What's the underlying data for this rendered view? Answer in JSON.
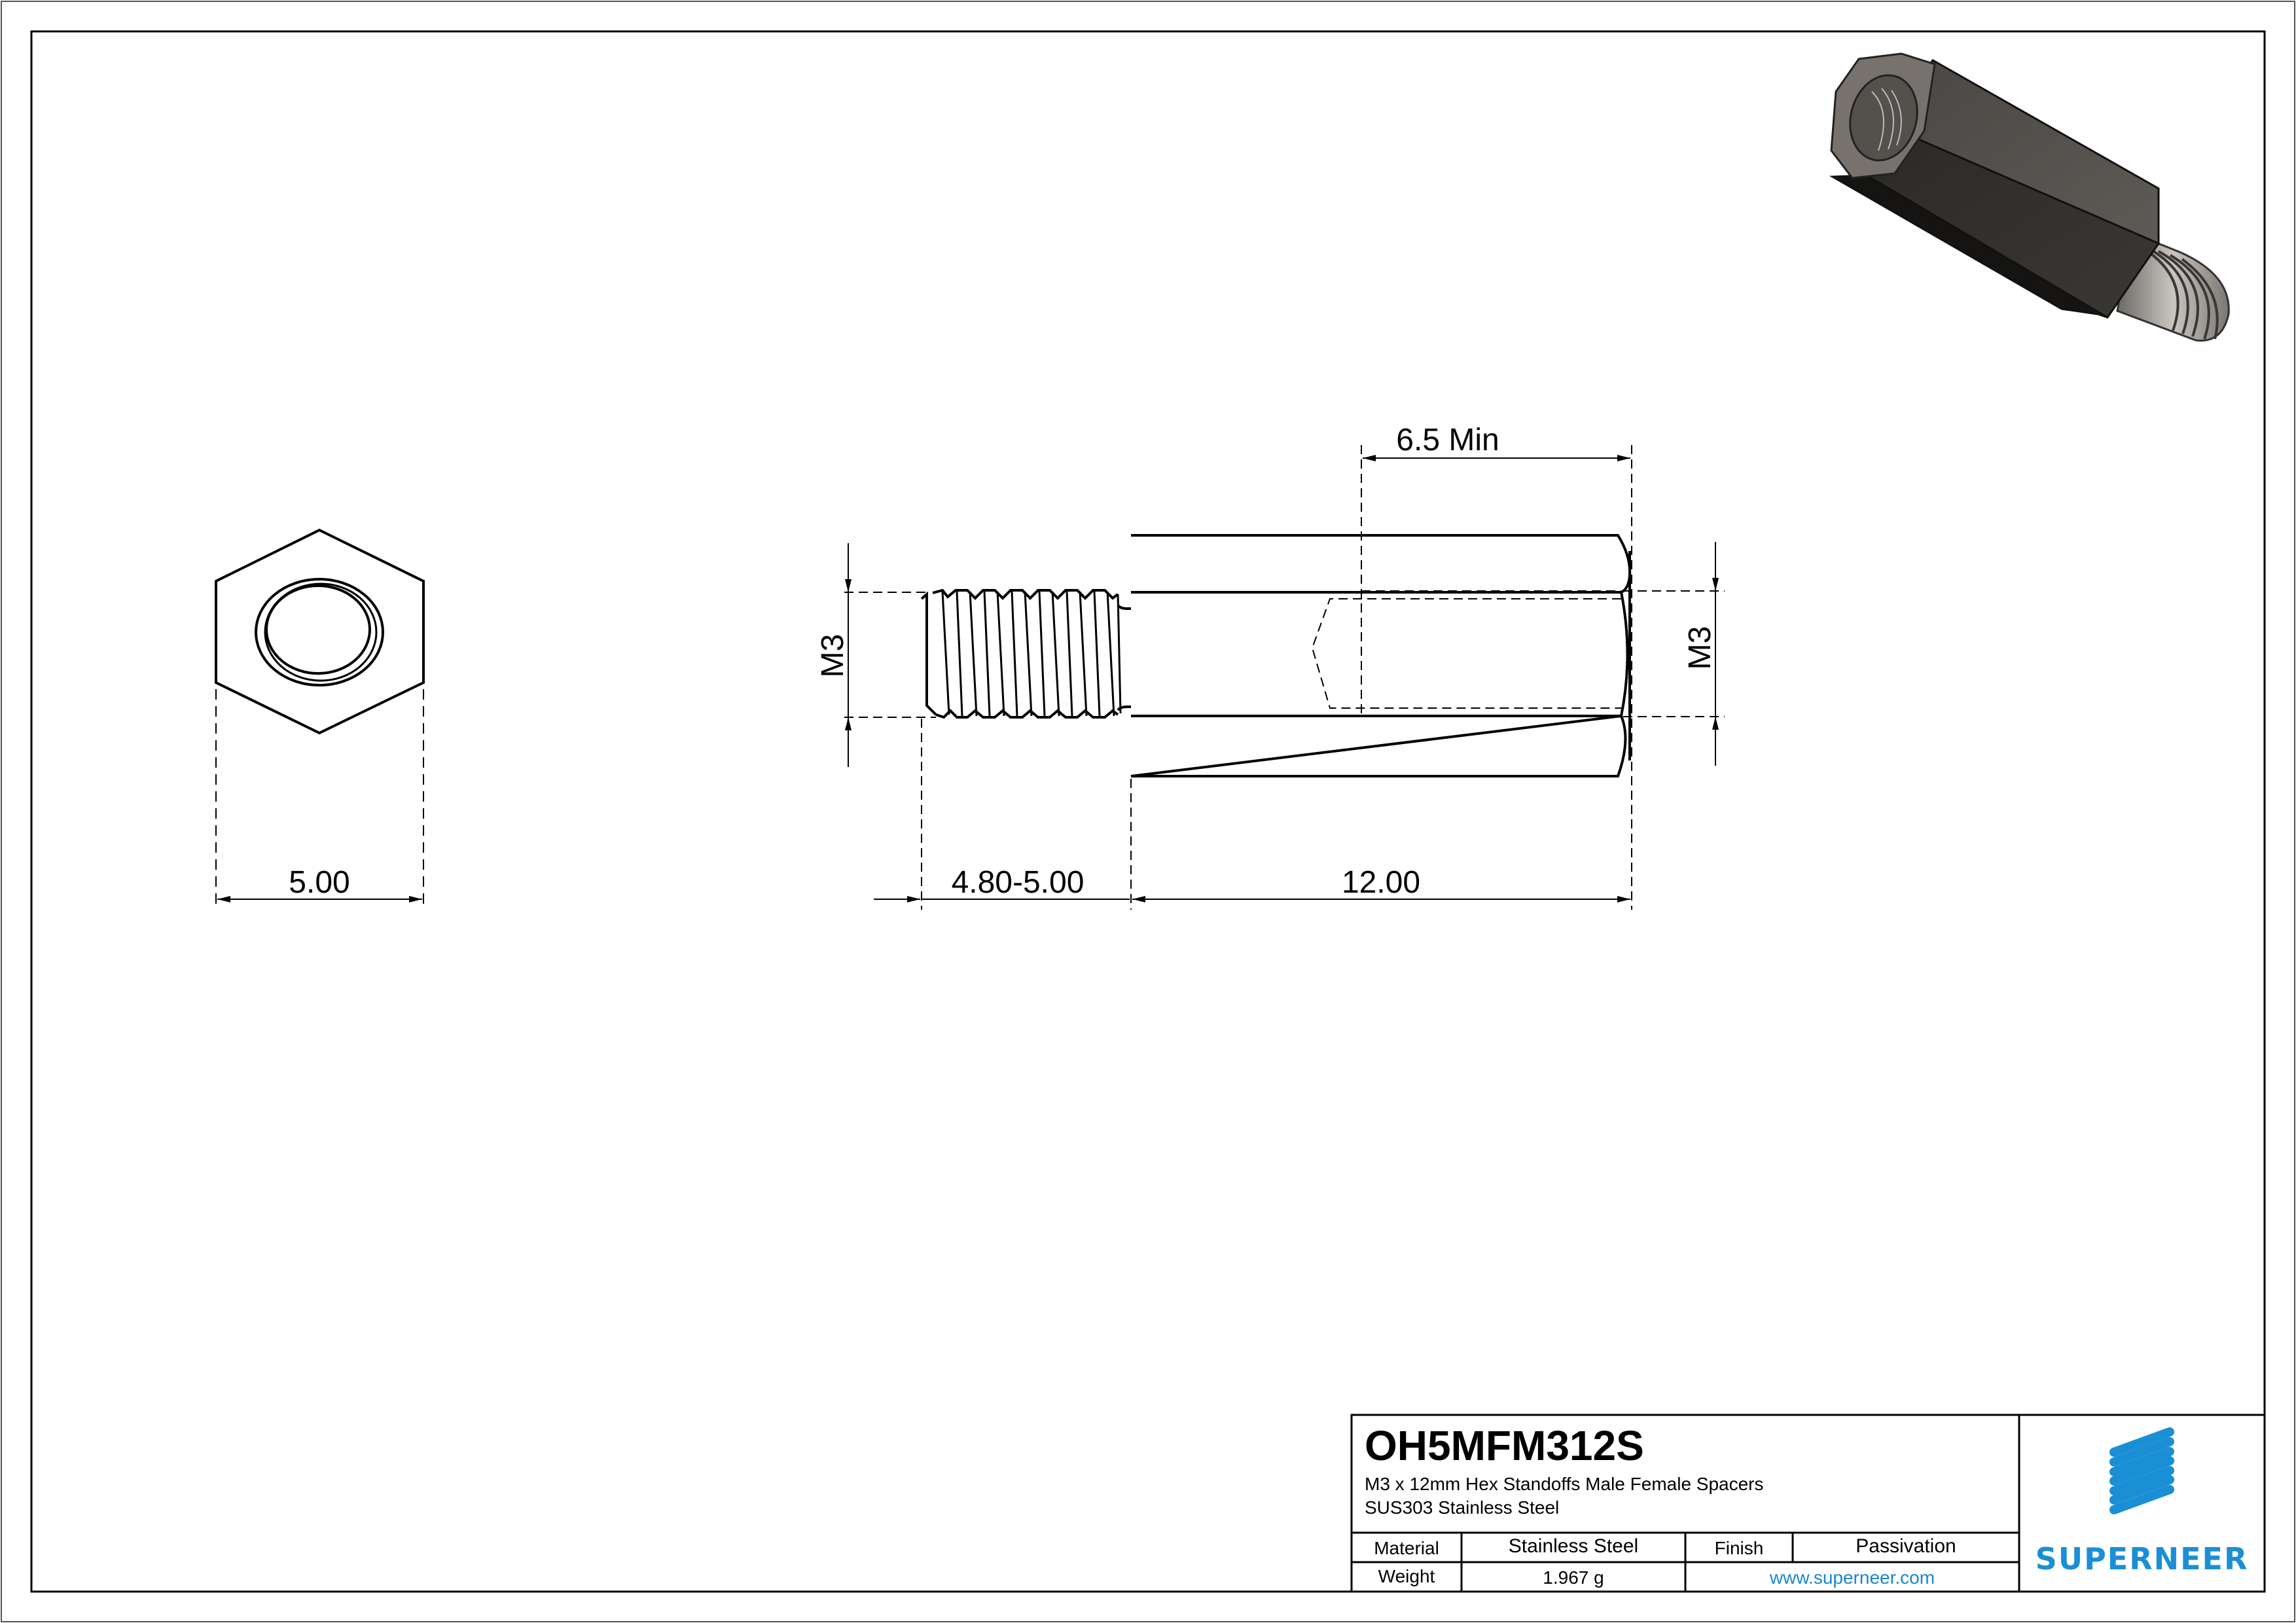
{
  "drawing": {
    "part_number": "OH5MFM312S",
    "description_line1": "M3 x 12mm Hex Standoffs Male Female Spacers",
    "description_line2": "SUS303 Stainless Steel"
  },
  "title_block": {
    "material_label": "Material",
    "material_value": "Stainless Steel",
    "finish_label": "Finish",
    "finish_value": "Passivation",
    "weight_label": "Weight",
    "weight_value": "1.967 g",
    "website": "www.superneer.com",
    "brand_name": "SUPERNEER"
  },
  "dimensions": {
    "hex_across_flats": "5.00",
    "male_thread_length": "4.80-5.00",
    "body_length": "12.00",
    "female_thread_depth": "6.5 Min",
    "male_thread_size": "M3",
    "female_thread_size": "M3"
  },
  "colors": {
    "line": "#000000",
    "brand_blue": "#1a8fd6",
    "link_blue": "#1a86d0",
    "render_dark": "#2e2c2a"
  },
  "views": [
    "end-view",
    "side-view",
    "isometric-render"
  ]
}
